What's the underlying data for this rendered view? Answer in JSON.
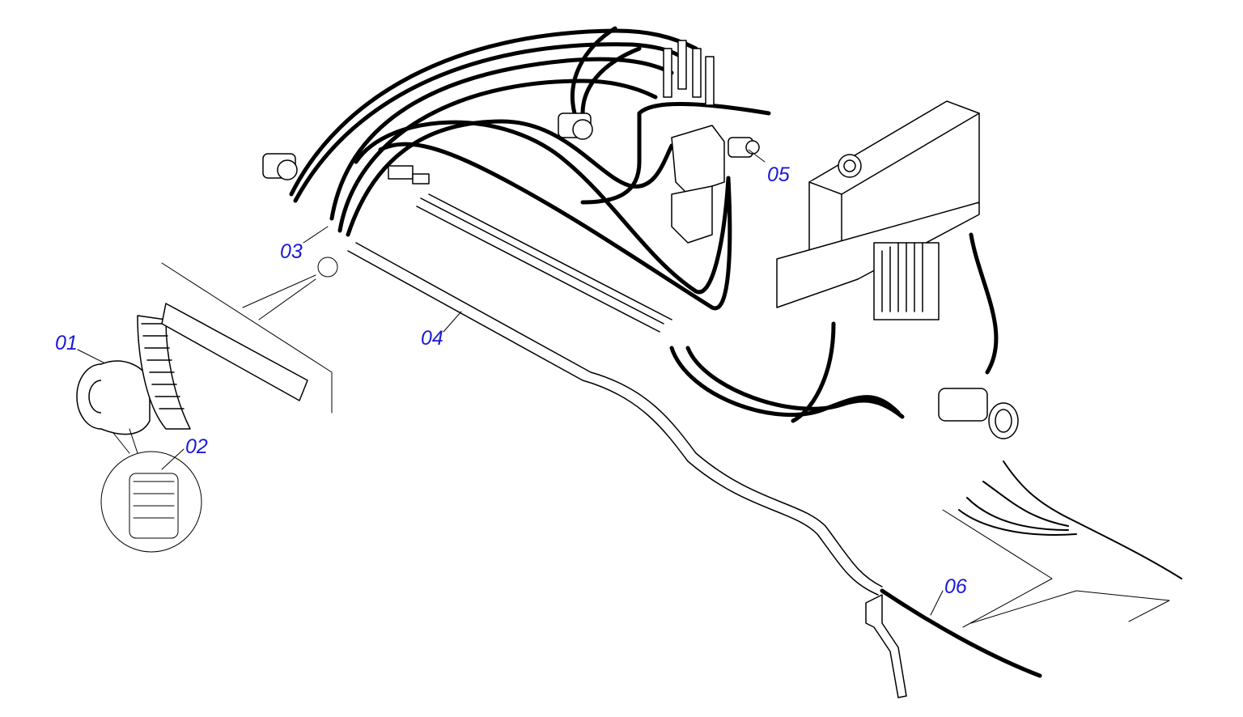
{
  "callouts": {
    "c01": "01",
    "c02": "02",
    "c03": "03",
    "c04": "04",
    "c05": "05",
    "c06": "06"
  },
  "colors": {
    "line": "#000000",
    "label": "#1a1ad6",
    "background": "#ffffff"
  }
}
